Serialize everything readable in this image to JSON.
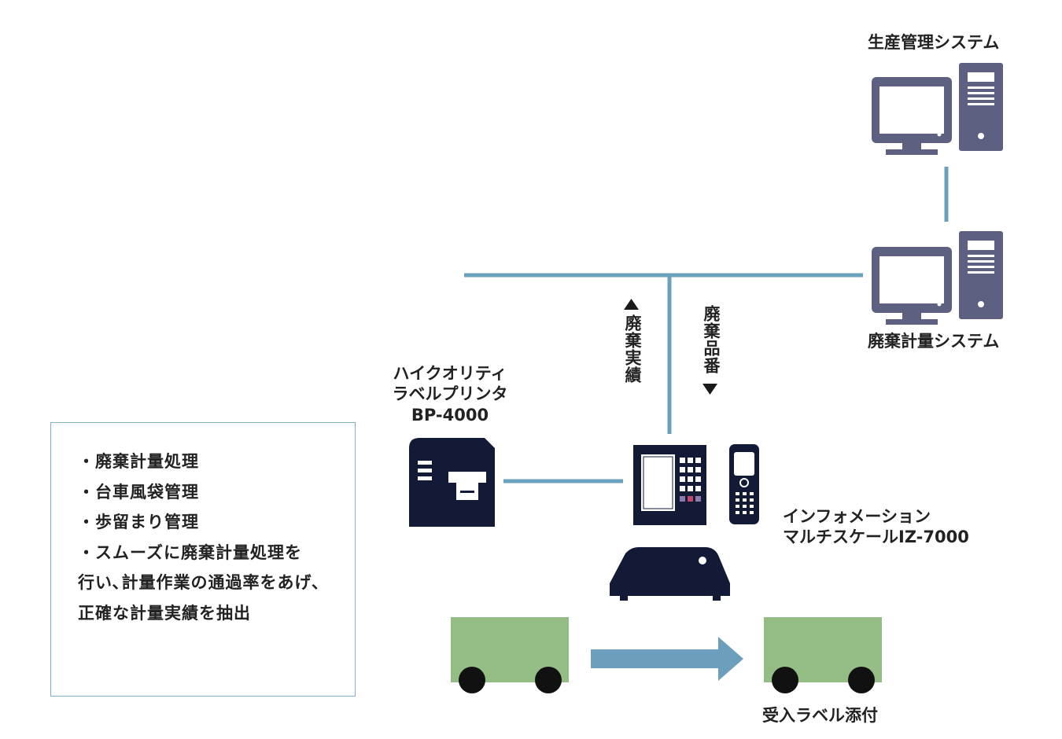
{
  "systems": {
    "production": {
      "label": "生産管理システム"
    },
    "disposal": {
      "label": "廃棄計量システム"
    }
  },
  "flows": {
    "up_label": "廃棄実績",
    "down_label": "廃棄品番"
  },
  "printer": {
    "label_line1": "ハイクオリティ",
    "label_line2": "ラベルプリンタ",
    "label_line3": "BP-4000"
  },
  "scale": {
    "label_line1": "インフォメーション",
    "label_line2": "マルチスケールIZ-7000"
  },
  "cart_caption": "受入ラベル添付",
  "notes": {
    "items": [
      "・廃棄計量処理",
      "・台車風袋管理",
      "・歩留まり管理",
      "・スムーズに廃棄計量処理を",
      "行い､計量作業の通過率をあげ､",
      "正確な計量実績を抽出"
    ]
  },
  "colors": {
    "line": "#6aa2bd",
    "equipment": "#131a36",
    "computer": "#5d6080",
    "cart": "#93bd85",
    "arrow": "#6c9fbd"
  }
}
